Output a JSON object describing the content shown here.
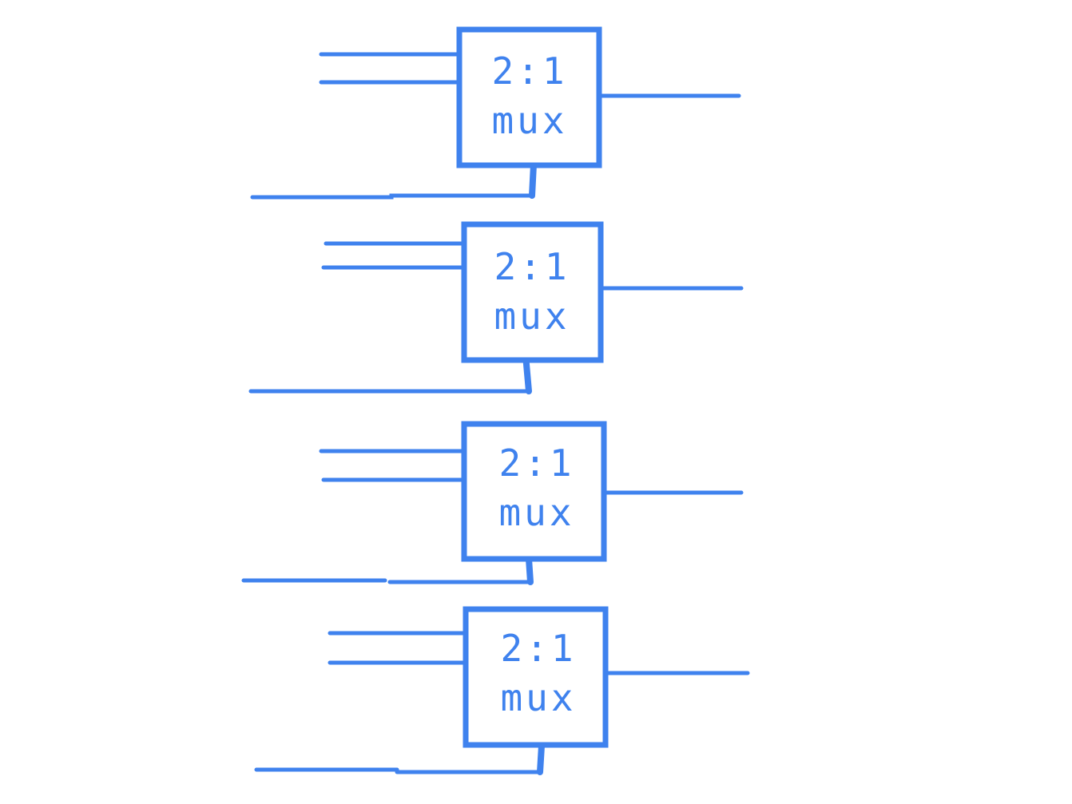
{
  "style": {
    "stroke_color": "#3f82ee",
    "background": "#ffffff"
  },
  "muxes": [
    {
      "line1": "2:1",
      "line2": "mux"
    },
    {
      "line1": "2:1",
      "line2": "mux"
    },
    {
      "line1": "2:1",
      "line2": "mux"
    },
    {
      "line1": "2:1",
      "line2": "mux"
    }
  ]
}
